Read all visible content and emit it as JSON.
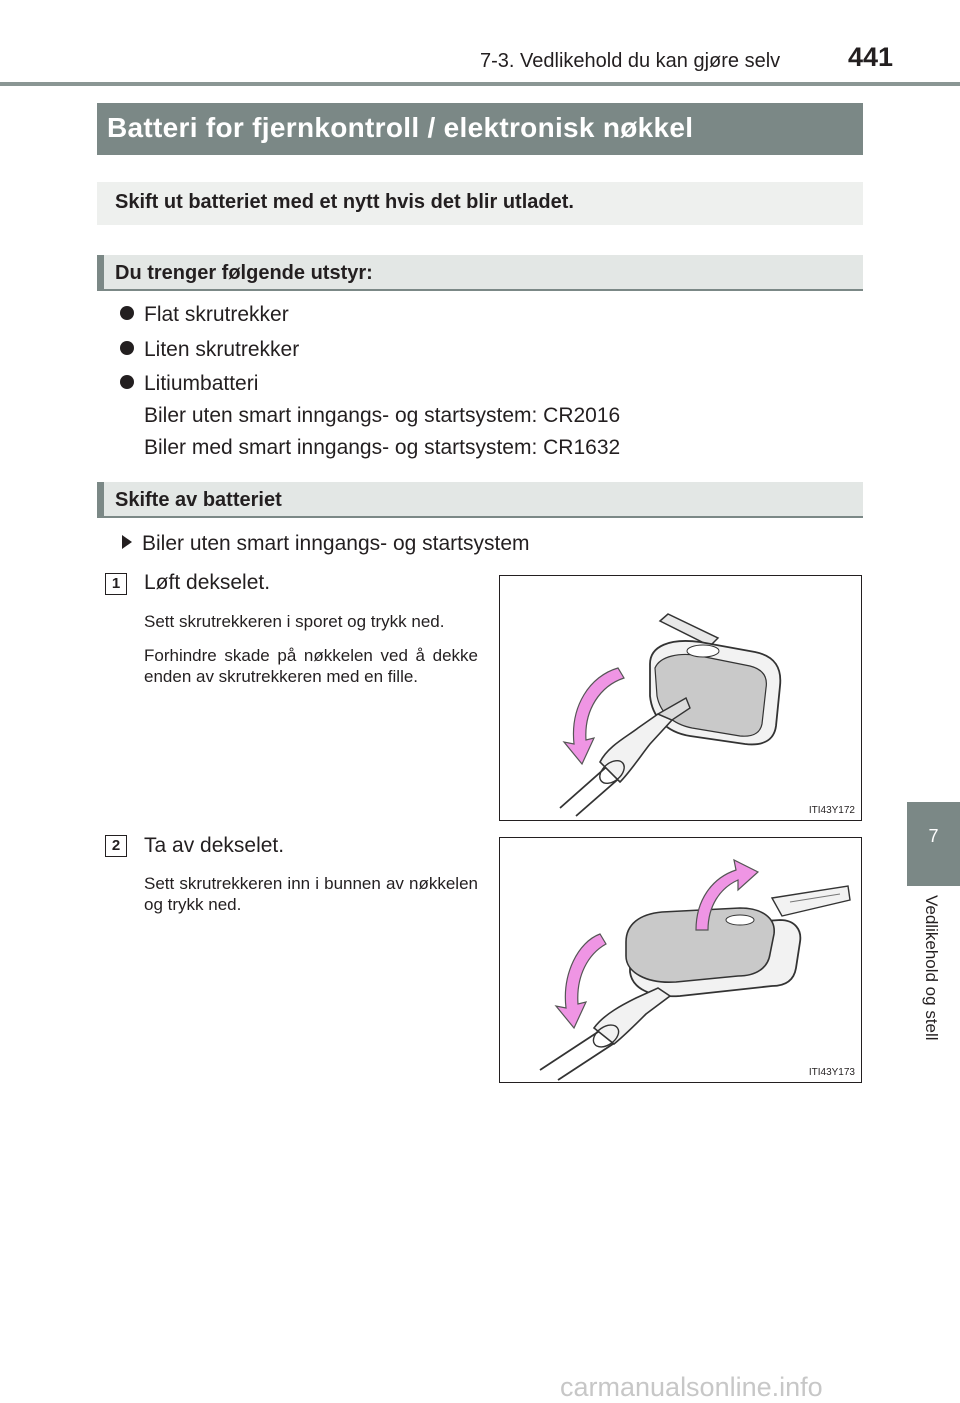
{
  "header": {
    "section": "7-3. Vedlikehold du kan gjøre selv",
    "page_number": "441"
  },
  "title": "Batteri for fjernkontroll / elektronisk nøkkel",
  "intro": "Skift ut batteriet med et nytt hvis det blir utladet.",
  "equipment": {
    "heading": "Du trenger følgende utstyr:",
    "items": [
      "Flat skrutrekker",
      "Liten skrutrekker",
      "Litiumbatteri"
    ],
    "battery_notes": [
      "Biler uten smart inngangs- og startsystem: CR2016",
      "Biler med smart inngangs- og startsystem: CR1632"
    ]
  },
  "replacement": {
    "heading": "Skifte av batteriet",
    "variant": "Biler uten smart inngangs- og startsystem",
    "steps": [
      {
        "number": "1",
        "title": "Løft dekselet.",
        "paragraphs": [
          "Sett skrutrekkeren i sporet og trykk ned.",
          "Forhindre skade på nøkkelen ved å dekke enden av skrutrekkeren med en fille."
        ],
        "figure_code": "ITI43Y172"
      },
      {
        "number": "2",
        "title": "Ta av dekselet.",
        "paragraphs": [
          "Sett skrutrekkeren inn i bunnen av nøkkelen og trykk ned."
        ],
        "figure_code": "ITI43Y173"
      }
    ]
  },
  "side_tab": {
    "chapter": "7",
    "label": "Vedlikehold og stell"
  },
  "watermark": "carmanualsonline.info",
  "colors": {
    "header_gray": "#7b8886",
    "subhead_bg": "#e3e7e5",
    "intro_bg": "#eef0ee",
    "arrow_pink": "#ef95e4"
  }
}
